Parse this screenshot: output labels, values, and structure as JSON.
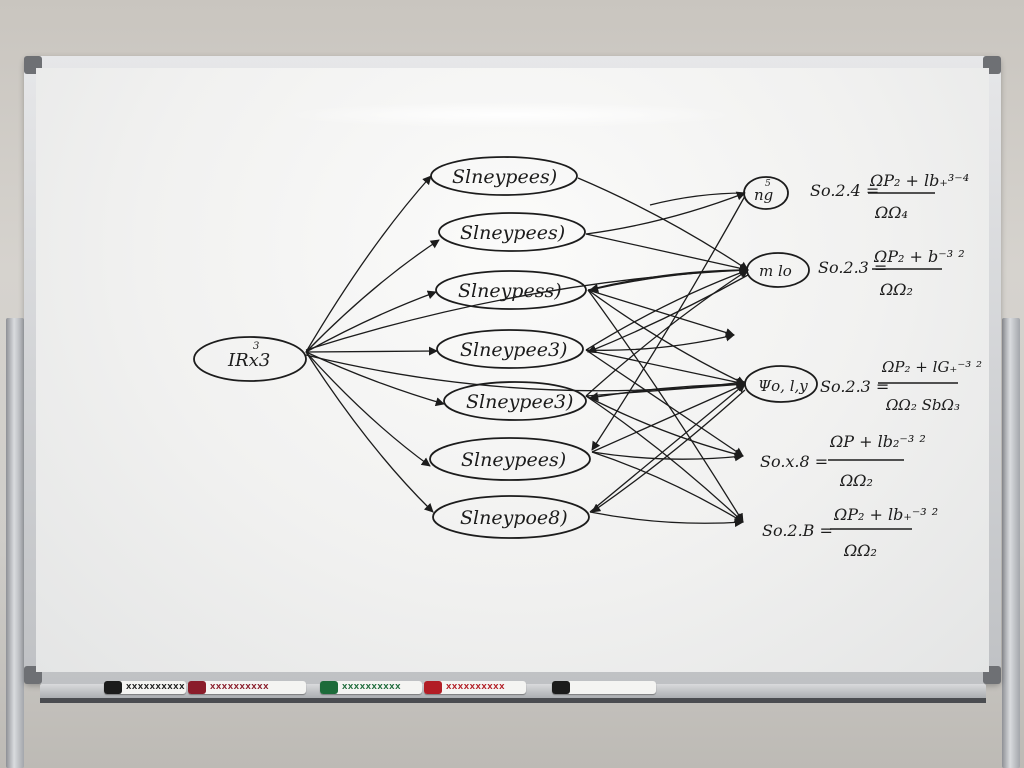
{
  "diagram": {
    "source_node": {
      "label": "IRx3",
      "superscript": "3"
    },
    "middle_nodes": [
      {
        "label": "Slneypees)"
      },
      {
        "label": "Slneypees)"
      },
      {
        "label": "Slneypess)"
      },
      {
        "label": "Slneypee3)"
      },
      {
        "label": "Slneypee3)"
      },
      {
        "label": "Slneypees)"
      },
      {
        "label": "Slneypoe8)"
      }
    ],
    "right_nodes": [
      {
        "label": "ng",
        "superscript": "5"
      },
      {
        "label": "m lo"
      },
      {
        "label": "Ψo, l,y"
      }
    ],
    "equations": [
      {
        "lhs": "So.2.4 =",
        "numerator": "ΩP₂ + lb₊³⁻⁴",
        "denominator": "ΩΩ₄"
      },
      {
        "lhs": "So.2.3 =",
        "numerator": "ΩP₂ + b⁻³ ²",
        "denominator": "ΩΩ₂"
      },
      {
        "lhs": "So.2.3 =",
        "numerator": "ΩP₂ + lG₊⁻³ ²",
        "denominator": "ΩΩ₂ SbΩ₃"
      },
      {
        "lhs": "So.x.8 =",
        "numerator": "ΩP + lb₂⁻³ ²",
        "denominator": "ΩΩ₂"
      },
      {
        "lhs": "So.2.B =",
        "numerator": "ΩP₂ + lb₊⁻³ ²",
        "denominator": "ΩΩ₂"
      }
    ]
  },
  "markers": [
    {
      "label": "XXXXXXXXXX",
      "cap_color": "#1b1b1b"
    },
    {
      "label": "XXXXXXXXXX",
      "cap_color": "#8a1c2a"
    },
    {
      "label": "XXXXXXXXXX",
      "cap_color": "#1d6b3a"
    },
    {
      "label": "XXXXXXXXXX",
      "cap_color": "#b21d25"
    },
    {
      "label": "",
      "cap_color": "#1b1b1b"
    }
  ],
  "colors": {
    "ink": "#1c1c1c",
    "frame": "#c9cbce",
    "board": "#f4f4f3"
  }
}
